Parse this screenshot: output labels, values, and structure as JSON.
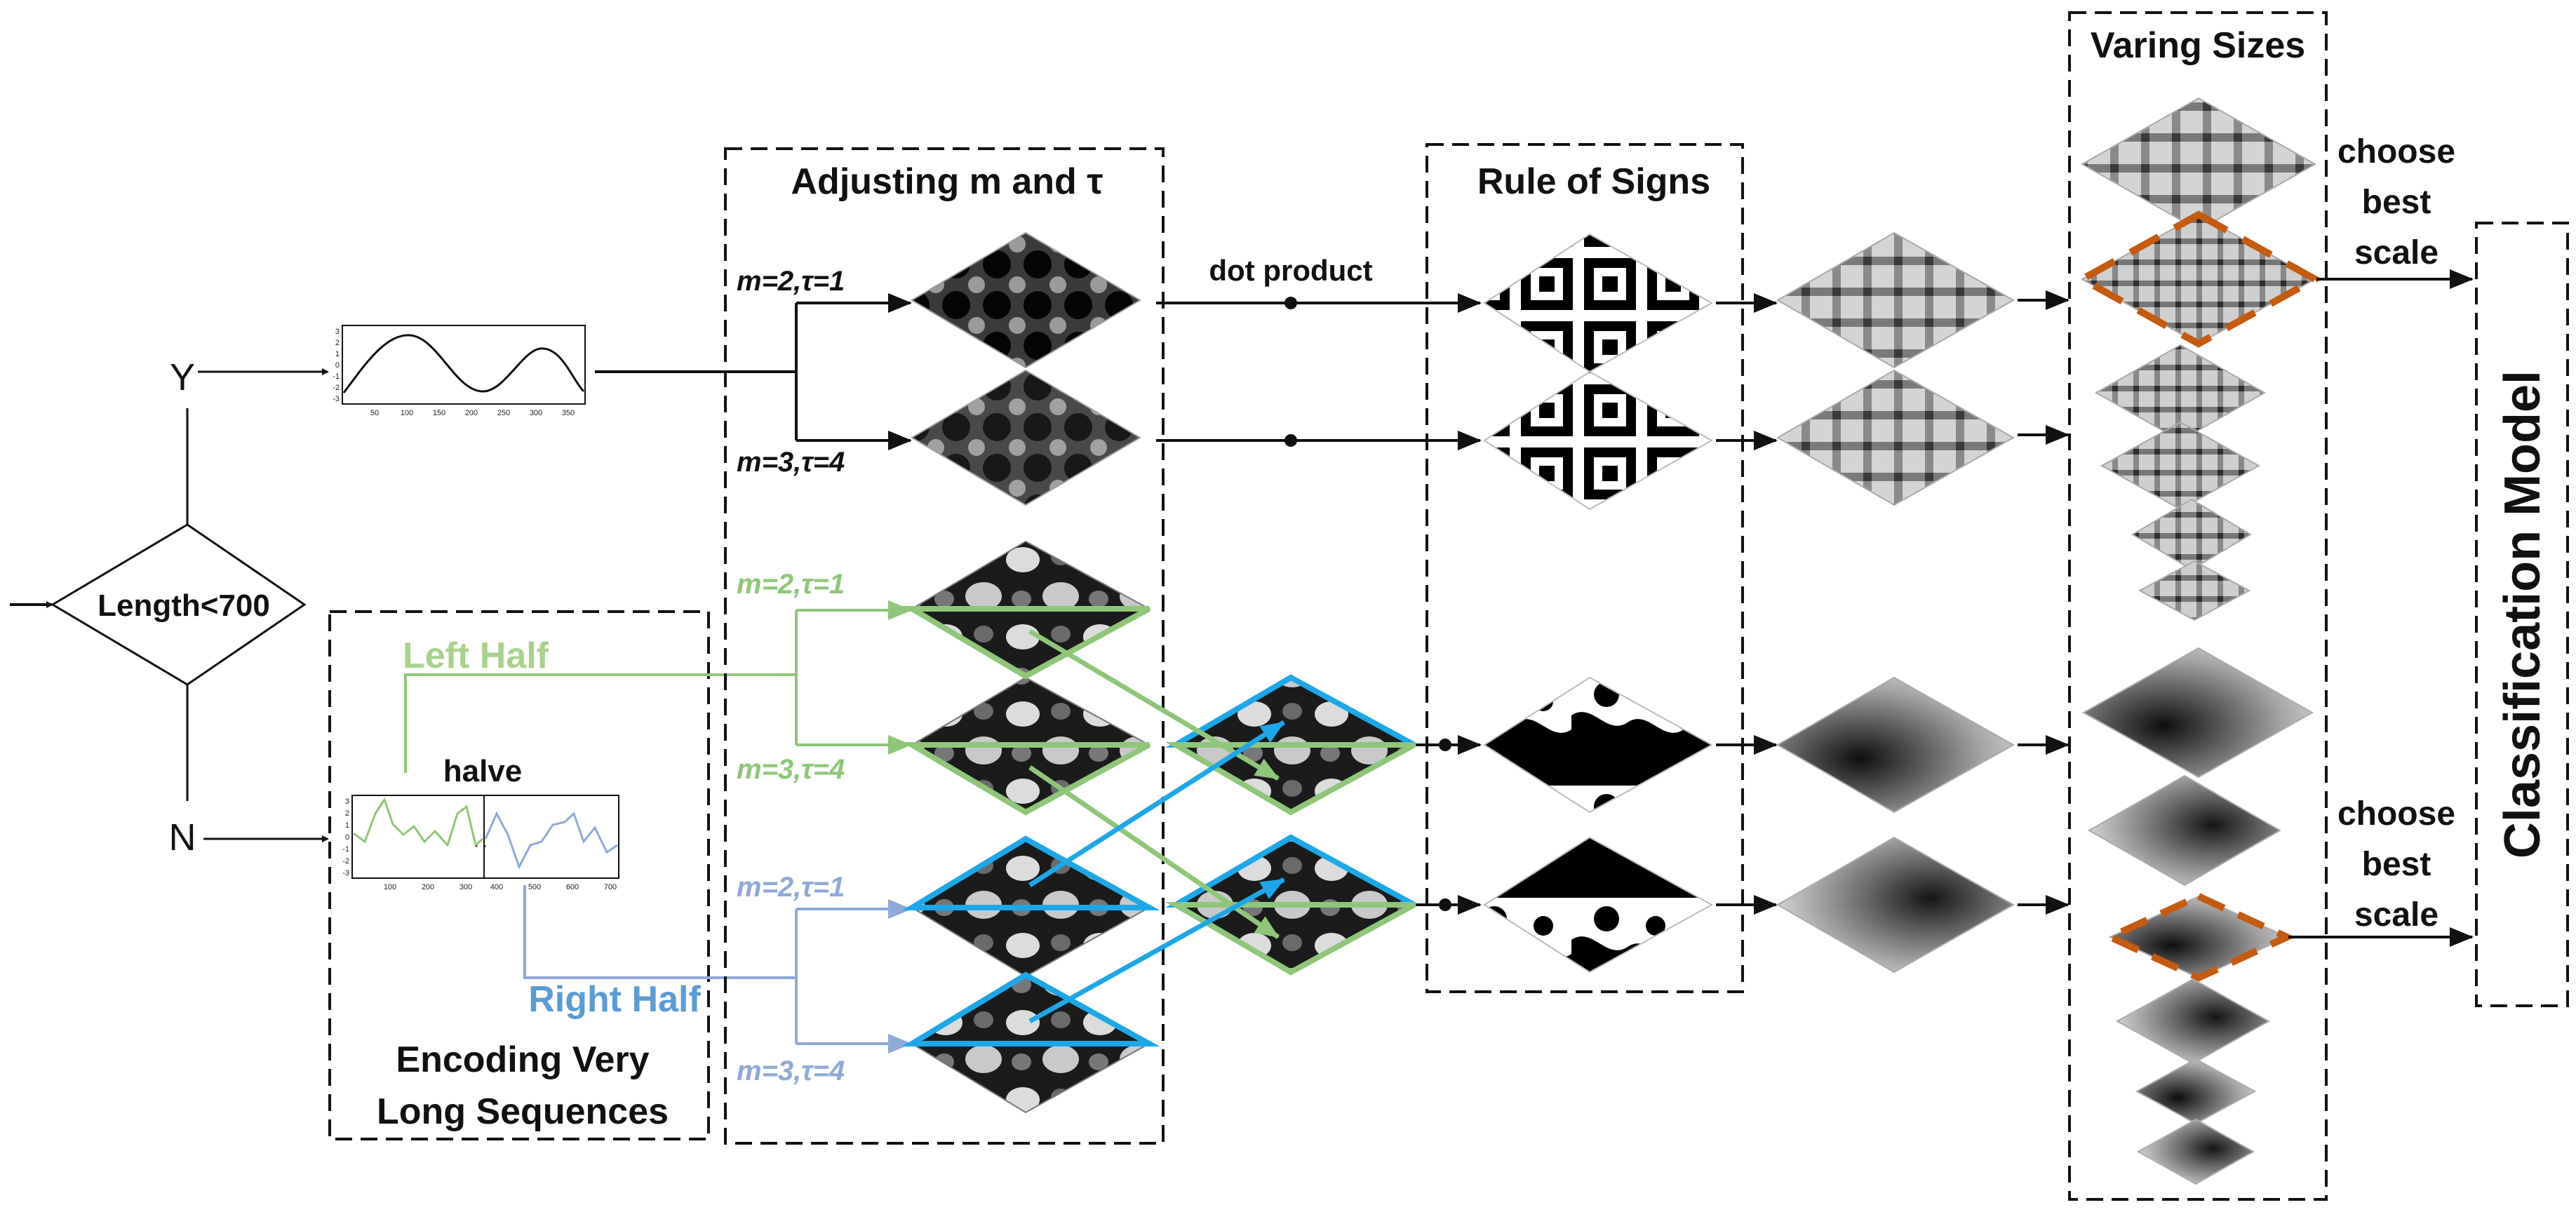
{
  "decision": {
    "label": "Length<700",
    "yes": "Y",
    "no": "N"
  },
  "encoding_box": {
    "title_line1": "Encoding Very",
    "title_line2": "Long Sequences",
    "halve": "halve",
    "left_half": "Left Half",
    "right_half": "Right Half"
  },
  "adjust_box": {
    "title": "Adjusting m and τ",
    "params": [
      "m=2,τ=1",
      "m=3,τ=4",
      "m=2,τ=1",
      "m=3,τ=4",
      "m=2,τ=1",
      "m=3,τ=4"
    ]
  },
  "dot_product": "dot product",
  "rule_box": {
    "title": "Rule of Signs"
  },
  "sizes_box": {
    "title": "Varing Sizes",
    "choose1": [
      "choose",
      "best",
      "scale"
    ],
    "choose2": [
      "choose",
      "best",
      "scale"
    ]
  },
  "classification": "Classification Model",
  "plot_short": {
    "x_ticks": [
      "50",
      "100",
      "150",
      "200",
      "250",
      "300",
      "350"
    ],
    "y_ticks": [
      "3",
      "2",
      "1",
      "0",
      "-1",
      "-2",
      "-3"
    ]
  },
  "plot_long": {
    "x_ticks_left": [
      "100",
      "200",
      "300"
    ],
    "x_ticks_right": [
      "400",
      "500",
      "600",
      "700"
    ],
    "y_ticks": [
      "3",
      "2",
      "1",
      "0",
      "-1",
      "-2",
      "-3"
    ]
  },
  "colors": {
    "green": "#8fc67a",
    "blue_light": "#8fa9d9",
    "blue_bright": "#1ea7e8",
    "orange": "#c55a11",
    "left_label": "#a9d18e",
    "right_label": "#5b9bd5"
  }
}
